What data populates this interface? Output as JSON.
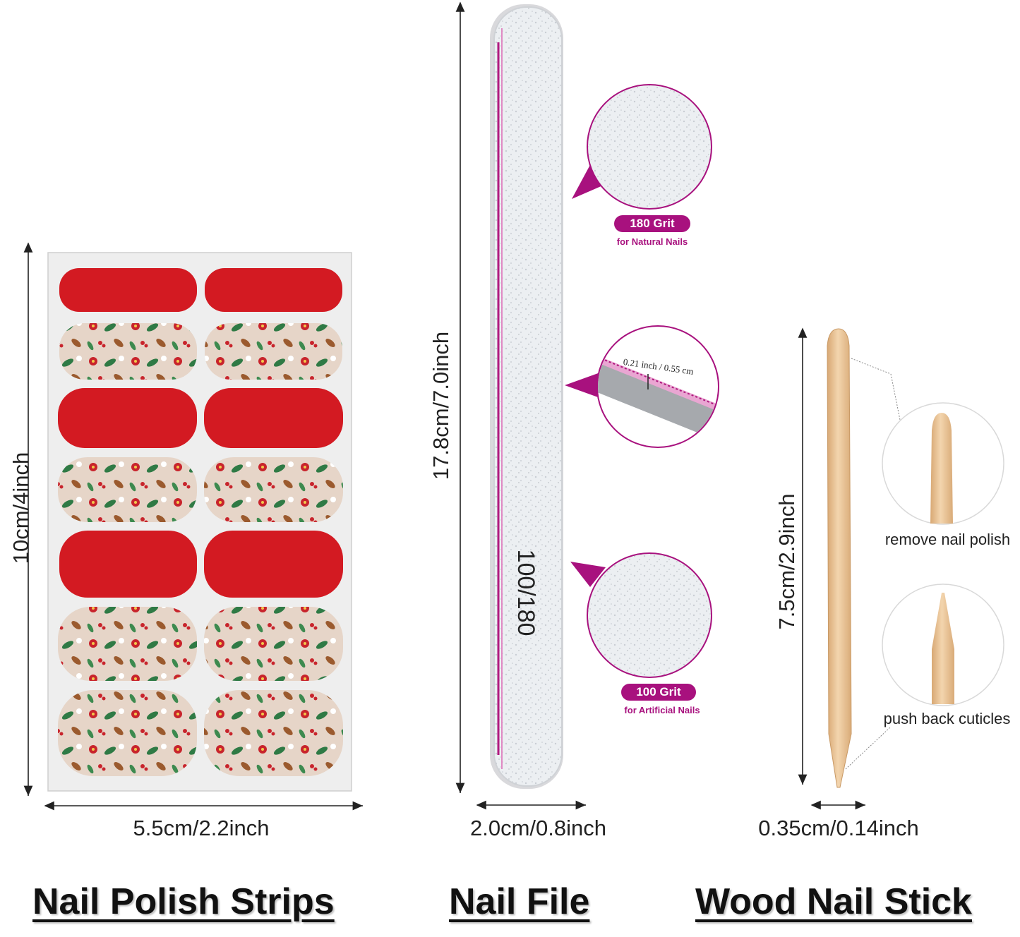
{
  "titles": {
    "strips": "Nail Polish Strips",
    "file": "Nail File",
    "stick": "Wood Nail Stick"
  },
  "dimensions": {
    "strips_height": "10cm/4inch",
    "strips_width": "5.5cm/2.2inch",
    "file_height": "17.8cm/7.0inch",
    "file_width": "2.0cm/0.8inch",
    "stick_height": "7.5cm/2.9inch",
    "stick_width": "0.35cm/0.14inch"
  },
  "file": {
    "grit_label": "100/180",
    "thickness": "0.21 inch / 0.55 cm",
    "grit_top": {
      "name": "180 Grit",
      "use": "for Natural Nails"
    },
    "grit_bottom": {
      "name": "100 Grit",
      "use": "for Artificial Nails"
    }
  },
  "stick": {
    "tip_round": "remove nail polish",
    "tip_point": "push back cuticles"
  },
  "colors": {
    "accent": "#a8117e",
    "strip_red": "#d31a22",
    "strip_floral_bg": "#e6d5c8",
    "wood": "#e8c59a"
  }
}
